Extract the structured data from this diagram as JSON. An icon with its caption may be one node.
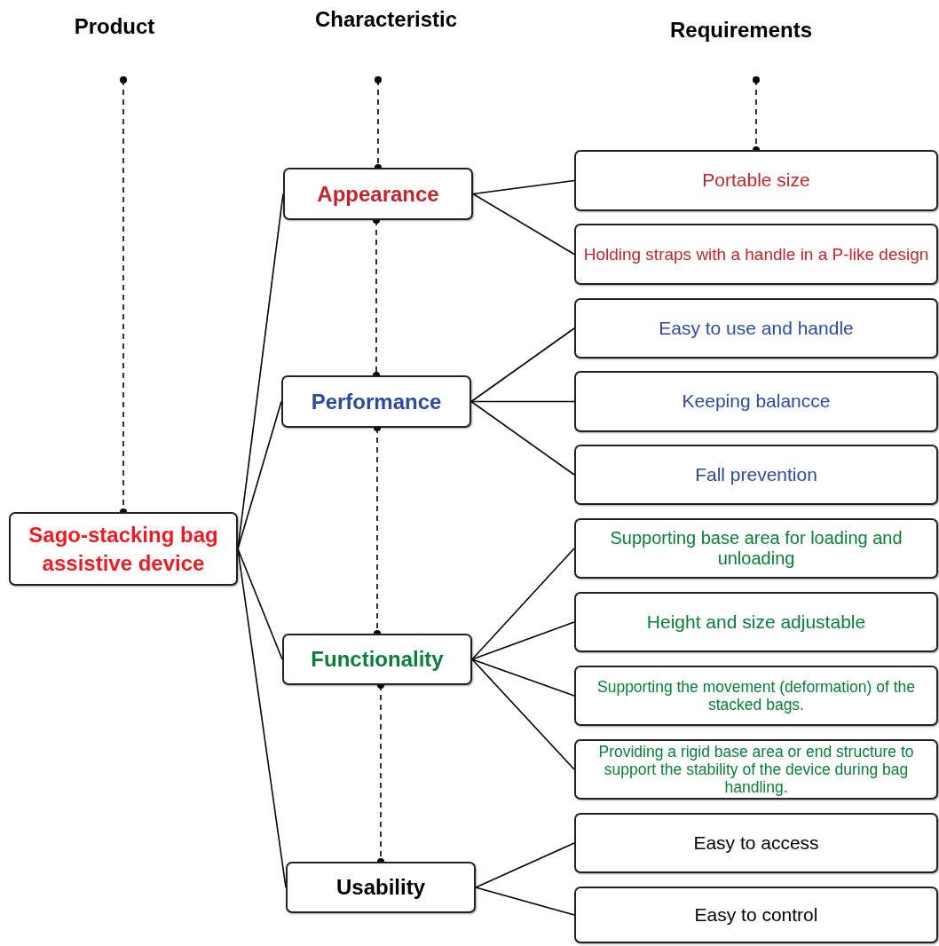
{
  "diagram": {
    "nodes": [
      {
        "text": [
          "Product"
        ]
      },
      {
        "text": [
          "Characteristic"
        ]
      },
      {
        "text": [
          "Requirements"
        ]
      },
      {
        "text": [
          "Sago-stacking bag assistive device"
        ]
      },
      {
        "text": [
          "Appearance"
        ]
      },
      {
        "text": [
          "Performance"
        ]
      },
      {
        "text": [
          "Functionality"
        ]
      },
      {
        "text": [
          "Usability"
        ]
      },
      {
        "text": [
          "Portable size"
        ]
      },
      {
        "text": [
          "Holding straps with a handle in a P-like design"
        ]
      },
      {
        "text": [
          "Easy to use and handle"
        ]
      },
      {
        "text": [
          "Keeping balancce"
        ]
      },
      {
        "text": [
          "Fall prevention"
        ]
      },
      {
        "text": [
          "Supporting base area for loading and unloading"
        ]
      },
      {
        "text": [
          "Height and size adjustable"
        ]
      },
      {
        "text": [
          "Supporting the movement (deformation) of the stacked bags."
        ]
      },
      {
        "text": [
          "Providing a rigid base area or end structure to support the stability of the device during bag handling."
        ]
      },
      {
        "text": [
          "Easy to access"
        ]
      },
      {
        "text": [
          "Easy to control"
        ]
      }
    ],
    "edges": [
      {
        "from": 0,
        "to": 3,
        "arrow": "other",
        "style": "dashed"
      },
      {
        "from": 1,
        "to": 4,
        "arrow": "other",
        "style": "dashed"
      },
      {
        "from": 4,
        "to": 5,
        "arrow": "other",
        "style": "dashed"
      },
      {
        "from": 5,
        "to": 6,
        "arrow": "other",
        "style": "dashed"
      },
      {
        "from": 6,
        "to": 7,
        "arrow": "other",
        "style": "dashed"
      },
      {
        "from": 2,
        "to": 8,
        "arrow": "other",
        "style": "dashed"
      },
      {
        "from": 3,
        "to": 4,
        "arrow": "none"
      },
      {
        "from": 3,
        "to": 5,
        "arrow": "none"
      },
      {
        "from": 3,
        "to": 6,
        "arrow": "none"
      },
      {
        "from": 3,
        "to": 7,
        "arrow": "none"
      },
      {
        "from": 4,
        "to": 8,
        "arrow": "none"
      },
      {
        "from": 4,
        "to": 9,
        "arrow": "none"
      },
      {
        "from": 5,
        "to": 10,
        "arrow": "none"
      },
      {
        "from": 5,
        "to": 11,
        "arrow": "none"
      },
      {
        "from": 5,
        "to": 12,
        "arrow": "none"
      },
      {
        "from": 6,
        "to": 13,
        "arrow": "none"
      },
      {
        "from": 6,
        "to": 14,
        "arrow": "none"
      },
      {
        "from": 6,
        "to": 15,
        "arrow": "none"
      },
      {
        "from": 6,
        "to": 16,
        "arrow": "none"
      },
      {
        "from": 7,
        "to": 17,
        "arrow": "none"
      },
      {
        "from": 7,
        "to": 18,
        "arrow": "none"
      }
    ]
  }
}
